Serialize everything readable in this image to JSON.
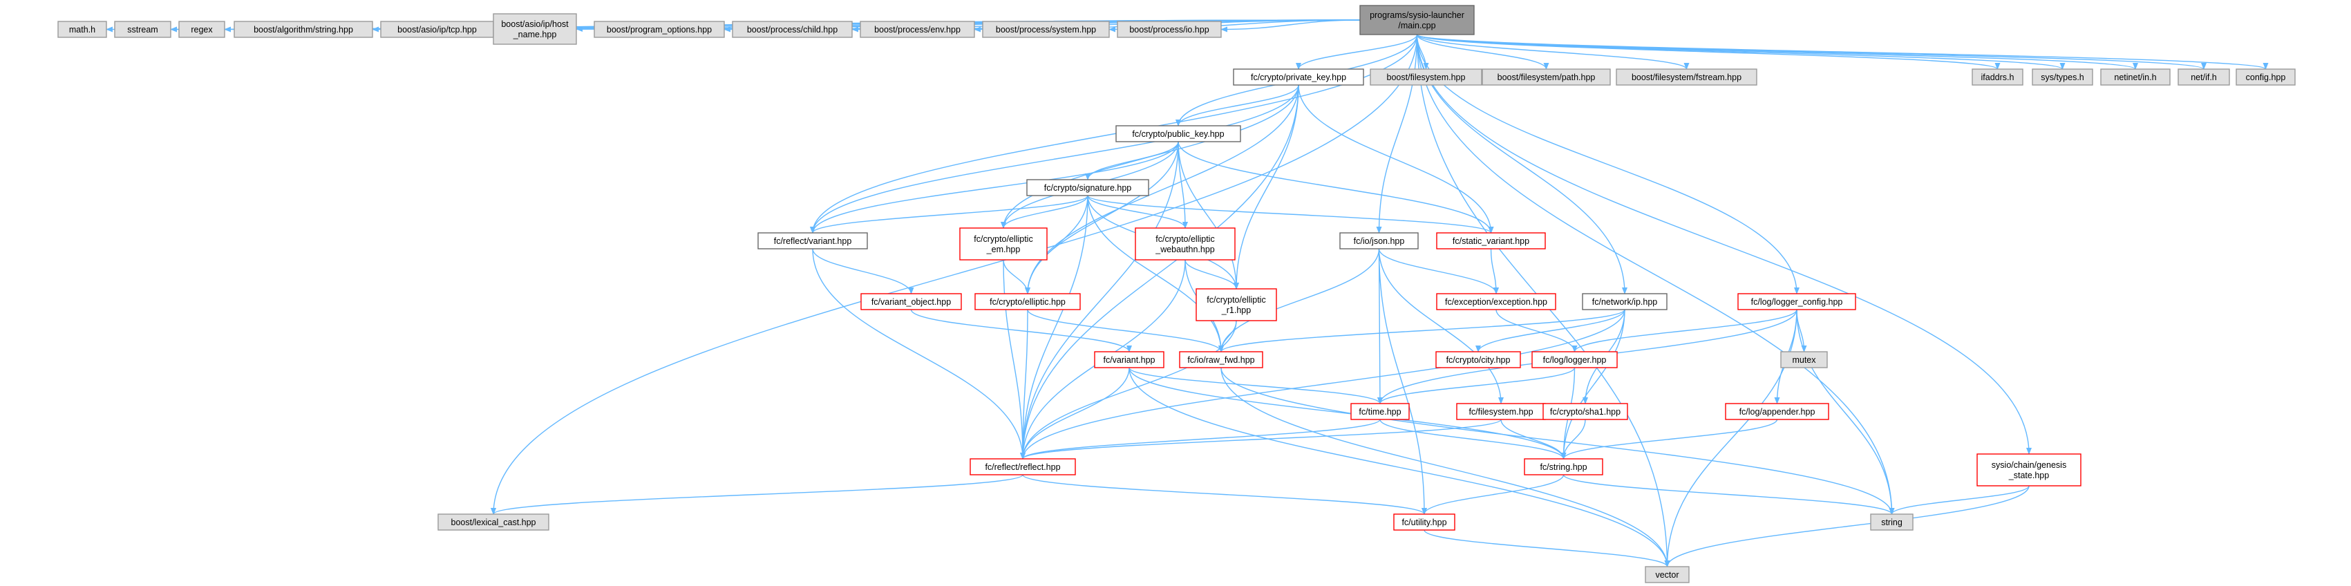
{
  "colors": {
    "edge": "#63b8ff",
    "root_fill": "#999999",
    "root_border": "#666666",
    "ext_fill": "#e0e0e0",
    "ext_border": "#999999",
    "local_fill": "#ffffff",
    "local_border": "#666666",
    "trunc_fill": "#ffffff",
    "trunc_border": "#ff0000"
  },
  "nodes": [
    {
      "id": "root",
      "lines": [
        "programs/sysio-launcher",
        "/main.cpp"
      ],
      "kind": "root"
    },
    {
      "id": "math",
      "lines": [
        "math.h"
      ],
      "kind": "ext"
    },
    {
      "id": "sstream",
      "lines": [
        "sstream"
      ],
      "kind": "ext"
    },
    {
      "id": "regex",
      "lines": [
        "regex"
      ],
      "kind": "ext"
    },
    {
      "id": "b_alg",
      "lines": [
        "boost/algorithm/string.hpp"
      ],
      "kind": "ext"
    },
    {
      "id": "b_tcp",
      "lines": [
        "boost/asio/ip/tcp.hpp"
      ],
      "kind": "ext"
    },
    {
      "id": "b_host",
      "lines": [
        "boost/asio/ip/host",
        "_name.hpp"
      ],
      "kind": "ext"
    },
    {
      "id": "b_po",
      "lines": [
        "boost/program_options.hpp"
      ],
      "kind": "ext"
    },
    {
      "id": "b_child",
      "lines": [
        "boost/process/child.hpp"
      ],
      "kind": "ext"
    },
    {
      "id": "b_env",
      "lines": [
        "boost/process/env.hpp"
      ],
      "kind": "ext"
    },
    {
      "id": "b_sys",
      "lines": [
        "boost/process/system.hpp"
      ],
      "kind": "ext"
    },
    {
      "id": "b_io",
      "lines": [
        "boost/process/io.hpp"
      ],
      "kind": "ext"
    },
    {
      "id": "privkey",
      "lines": [
        "fc/crypto/private_key.hpp"
      ],
      "kind": "local"
    },
    {
      "id": "b_fs",
      "lines": [
        "boost/filesystem.hpp"
      ],
      "kind": "ext"
    },
    {
      "id": "b_fspath",
      "lines": [
        "boost/filesystem/path.hpp"
      ],
      "kind": "ext"
    },
    {
      "id": "b_fsstream",
      "lines": [
        "boost/filesystem/fstream.hpp"
      ],
      "kind": "ext"
    },
    {
      "id": "ifaddrs",
      "lines": [
        "ifaddrs.h"
      ],
      "kind": "ext"
    },
    {
      "id": "systypes",
      "lines": [
        "sys/types.h"
      ],
      "kind": "ext"
    },
    {
      "id": "netinet",
      "lines": [
        "netinet/in.h"
      ],
      "kind": "ext"
    },
    {
      "id": "netif",
      "lines": [
        "net/if.h"
      ],
      "kind": "ext"
    },
    {
      "id": "config",
      "lines": [
        "config.hpp"
      ],
      "kind": "ext"
    },
    {
      "id": "pubkey",
      "lines": [
        "fc/crypto/public_key.hpp"
      ],
      "kind": "local"
    },
    {
      "id": "sig",
      "lines": [
        "fc/crypto/signature.hpp"
      ],
      "kind": "local"
    },
    {
      "id": "rvariant",
      "lines": [
        "fc/reflect/variant.hpp"
      ],
      "kind": "local"
    },
    {
      "id": "em",
      "lines": [
        "fc/crypto/elliptic",
        "_em.hpp"
      ],
      "kind": "trunc"
    },
    {
      "id": "webauthn",
      "lines": [
        "fc/crypto/elliptic",
        "_webauthn.hpp"
      ],
      "kind": "trunc"
    },
    {
      "id": "sv",
      "lines": [
        "fc/static_variant.hpp"
      ],
      "kind": "trunc"
    },
    {
      "id": "json",
      "lines": [
        "fc/io/json.hpp"
      ],
      "kind": "local"
    },
    {
      "id": "vobj",
      "lines": [
        "fc/variant_object.hpp"
      ],
      "kind": "trunc"
    },
    {
      "id": "elliptic",
      "lines": [
        "fc/crypto/elliptic.hpp"
      ],
      "kind": "trunc"
    },
    {
      "id": "r1",
      "lines": [
        "fc/crypto/elliptic",
        "_r1.hpp"
      ],
      "kind": "trunc"
    },
    {
      "id": "exc",
      "lines": [
        "fc/exception/exception.hpp"
      ],
      "kind": "trunc"
    },
    {
      "id": "ip",
      "lines": [
        "fc/network/ip.hpp"
      ],
      "kind": "local"
    },
    {
      "id": "lcfg",
      "lines": [
        "fc/log/logger_config.hpp"
      ],
      "kind": "trunc"
    },
    {
      "id": "variant",
      "lines": [
        "fc/variant.hpp"
      ],
      "kind": "trunc"
    },
    {
      "id": "rawfwd",
      "lines": [
        "fc/io/raw_fwd.hpp"
      ],
      "kind": "trunc"
    },
    {
      "id": "city",
      "lines": [
        "fc/crypto/city.hpp"
      ],
      "kind": "trunc"
    },
    {
      "id": "logger",
      "lines": [
        "fc/log/logger.hpp"
      ],
      "kind": "trunc"
    },
    {
      "id": "mutex",
      "lines": [
        "mutex"
      ],
      "kind": "ext"
    },
    {
      "id": "time",
      "lines": [
        "fc/time.hpp"
      ],
      "kind": "trunc"
    },
    {
      "id": "fsys",
      "lines": [
        "fc/filesystem.hpp"
      ],
      "kind": "trunc"
    },
    {
      "id": "sha1",
      "lines": [
        "fc/crypto/sha1.hpp"
      ],
      "kind": "trunc"
    },
    {
      "id": "appender",
      "lines": [
        "fc/log/appender.hpp"
      ],
      "kind": "trunc"
    },
    {
      "id": "reflect",
      "lines": [
        "fc/reflect/reflect.hpp"
      ],
      "kind": "trunc"
    },
    {
      "id": "fstring",
      "lines": [
        "fc/string.hpp"
      ],
      "kind": "trunc"
    },
    {
      "id": "genesis",
      "lines": [
        "sysio/chain/genesis",
        "_state.hpp"
      ],
      "kind": "trunc"
    },
    {
      "id": "lexcast",
      "lines": [
        "boost/lexical_cast.hpp"
      ],
      "kind": "ext"
    },
    {
      "id": "utility",
      "lines": [
        "fc/utility.hpp"
      ],
      "kind": "trunc"
    },
    {
      "id": "string",
      "lines": [
        "string"
      ],
      "kind": "ext"
    },
    {
      "id": "vector",
      "lines": [
        "vector"
      ],
      "kind": "ext"
    }
  ],
  "edges": [
    [
      "root",
      "math"
    ],
    [
      "root",
      "sstream"
    ],
    [
      "root",
      "regex"
    ],
    [
      "root",
      "b_alg"
    ],
    [
      "root",
      "b_tcp"
    ],
    [
      "root",
      "b_host"
    ],
    [
      "root",
      "b_po"
    ],
    [
      "root",
      "b_child"
    ],
    [
      "root",
      "b_env"
    ],
    [
      "root",
      "b_sys"
    ],
    [
      "root",
      "b_io"
    ],
    [
      "root",
      "privkey"
    ],
    [
      "root",
      "b_fs"
    ],
    [
      "root",
      "b_fspath"
    ],
    [
      "root",
      "b_fsstream"
    ],
    [
      "root",
      "ifaddrs"
    ],
    [
      "root",
      "systypes"
    ],
    [
      "root",
      "netinet"
    ],
    [
      "root",
      "netif"
    ],
    [
      "root",
      "config"
    ],
    [
      "root",
      "pubkey"
    ],
    [
      "root",
      "rvariant"
    ],
    [
      "root",
      "json"
    ],
    [
      "root",
      "ip"
    ],
    [
      "root",
      "lcfg"
    ],
    [
      "root",
      "genesis"
    ],
    [
      "root",
      "lexcast"
    ],
    [
      "root",
      "string"
    ],
    [
      "root",
      "vector"
    ],
    [
      "privkey",
      "pubkey"
    ],
    [
      "privkey",
      "rvariant"
    ],
    [
      "privkey",
      "em"
    ],
    [
      "privkey",
      "sv"
    ],
    [
      "privkey",
      "elliptic"
    ],
    [
      "privkey",
      "r1"
    ],
    [
      "privkey",
      "reflect"
    ],
    [
      "pubkey",
      "sig"
    ],
    [
      "pubkey",
      "rvariant"
    ],
    [
      "pubkey",
      "em"
    ],
    [
      "pubkey",
      "webauthn"
    ],
    [
      "pubkey",
      "sv"
    ],
    [
      "pubkey",
      "elliptic"
    ],
    [
      "pubkey",
      "r1"
    ],
    [
      "pubkey",
      "reflect"
    ],
    [
      "sig",
      "rvariant"
    ],
    [
      "sig",
      "em"
    ],
    [
      "sig",
      "webauthn"
    ],
    [
      "sig",
      "sv"
    ],
    [
      "sig",
      "elliptic"
    ],
    [
      "sig",
      "r1"
    ],
    [
      "sig",
      "rawfwd"
    ],
    [
      "sig",
      "reflect"
    ],
    [
      "rvariant",
      "vobj"
    ],
    [
      "rvariant",
      "reflect"
    ],
    [
      "em",
      "elliptic"
    ],
    [
      "em",
      "reflect"
    ],
    [
      "webauthn",
      "r1"
    ],
    [
      "webauthn",
      "rawfwd"
    ],
    [
      "webauthn",
      "reflect"
    ],
    [
      "sv",
      "exc"
    ],
    [
      "json",
      "exc"
    ],
    [
      "json",
      "rawfwd"
    ],
    [
      "json",
      "time"
    ],
    [
      "json",
      "fsys"
    ],
    [
      "json",
      "utility"
    ],
    [
      "vobj",
      "variant"
    ],
    [
      "elliptic",
      "rawfwd"
    ],
    [
      "elliptic",
      "reflect"
    ],
    [
      "r1",
      "rawfwd"
    ],
    [
      "r1",
      "reflect"
    ],
    [
      "exc",
      "logger"
    ],
    [
      "ip",
      "rawfwd"
    ],
    [
      "ip",
      "city"
    ],
    [
      "ip",
      "sha1"
    ],
    [
      "ip",
      "fstring"
    ],
    [
      "ip",
      "reflect"
    ],
    [
      "lcfg",
      "logger"
    ],
    [
      "lcfg",
      "appender"
    ],
    [
      "lcfg",
      "mutex"
    ],
    [
      "lcfg",
      "time"
    ],
    [
      "lcfg",
      "string"
    ],
    [
      "lcfg",
      "vector"
    ],
    [
      "variant",
      "time"
    ],
    [
      "variant",
      "fstring"
    ],
    [
      "variant",
      "reflect"
    ],
    [
      "variant",
      "vector"
    ],
    [
      "rawfwd",
      "string"
    ],
    [
      "rawfwd",
      "vector"
    ],
    [
      "logger",
      "time"
    ],
    [
      "logger",
      "fstring"
    ],
    [
      "time",
      "fstring"
    ],
    [
      "time",
      "reflect"
    ],
    [
      "fsys",
      "fstring"
    ],
    [
      "fsys",
      "reflect"
    ],
    [
      "sha1",
      "fstring"
    ],
    [
      "appender",
      "fstring"
    ],
    [
      "reflect",
      "utility"
    ],
    [
      "reflect",
      "lexcast"
    ],
    [
      "fstring",
      "utility"
    ],
    [
      "fstring",
      "string"
    ],
    [
      "genesis",
      "string"
    ],
    [
      "genesis",
      "vector"
    ],
    [
      "utility",
      "vector"
    ]
  ]
}
